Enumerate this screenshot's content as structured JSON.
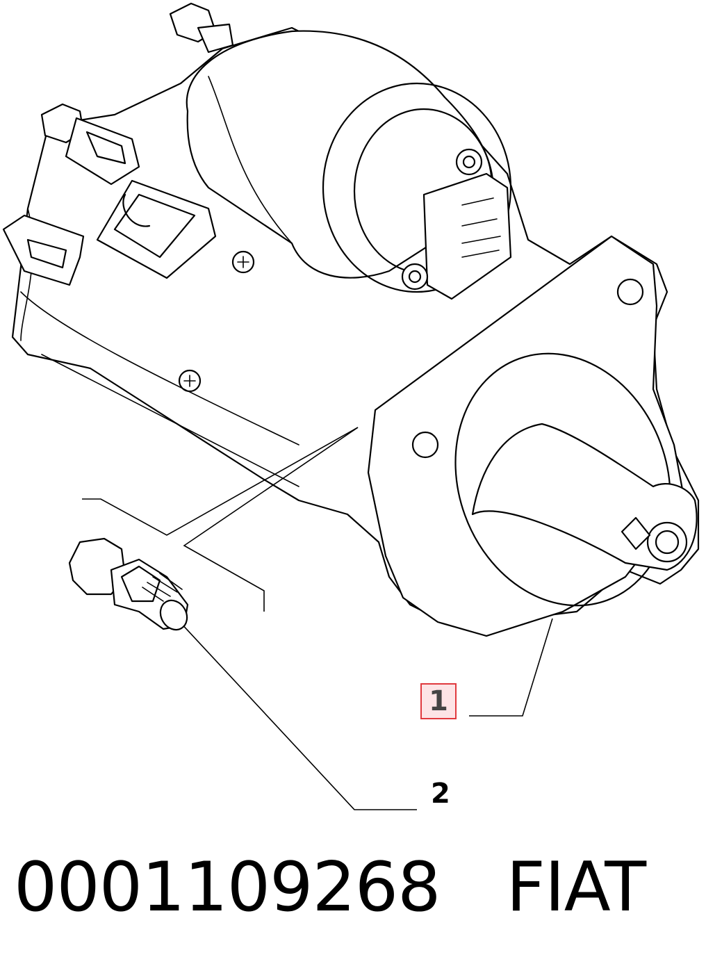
{
  "callouts": {
    "part_1": "1",
    "part_2": "2"
  },
  "footer": {
    "part_number": "0001109268",
    "brand": "FIAT"
  },
  "colors": {
    "highlight_border": "#e0393e",
    "highlight_fill": "#fde4e6",
    "line": "#000000"
  }
}
